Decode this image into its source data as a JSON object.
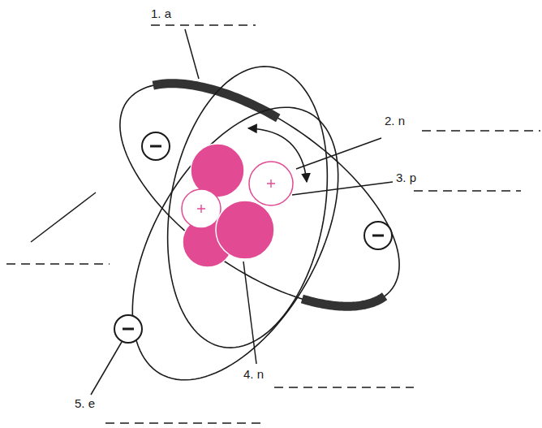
{
  "diagram": {
    "labels": [
      "1. a",
      "2. n",
      "3. p",
      "4. n",
      "5. e"
    ]
  }
}
